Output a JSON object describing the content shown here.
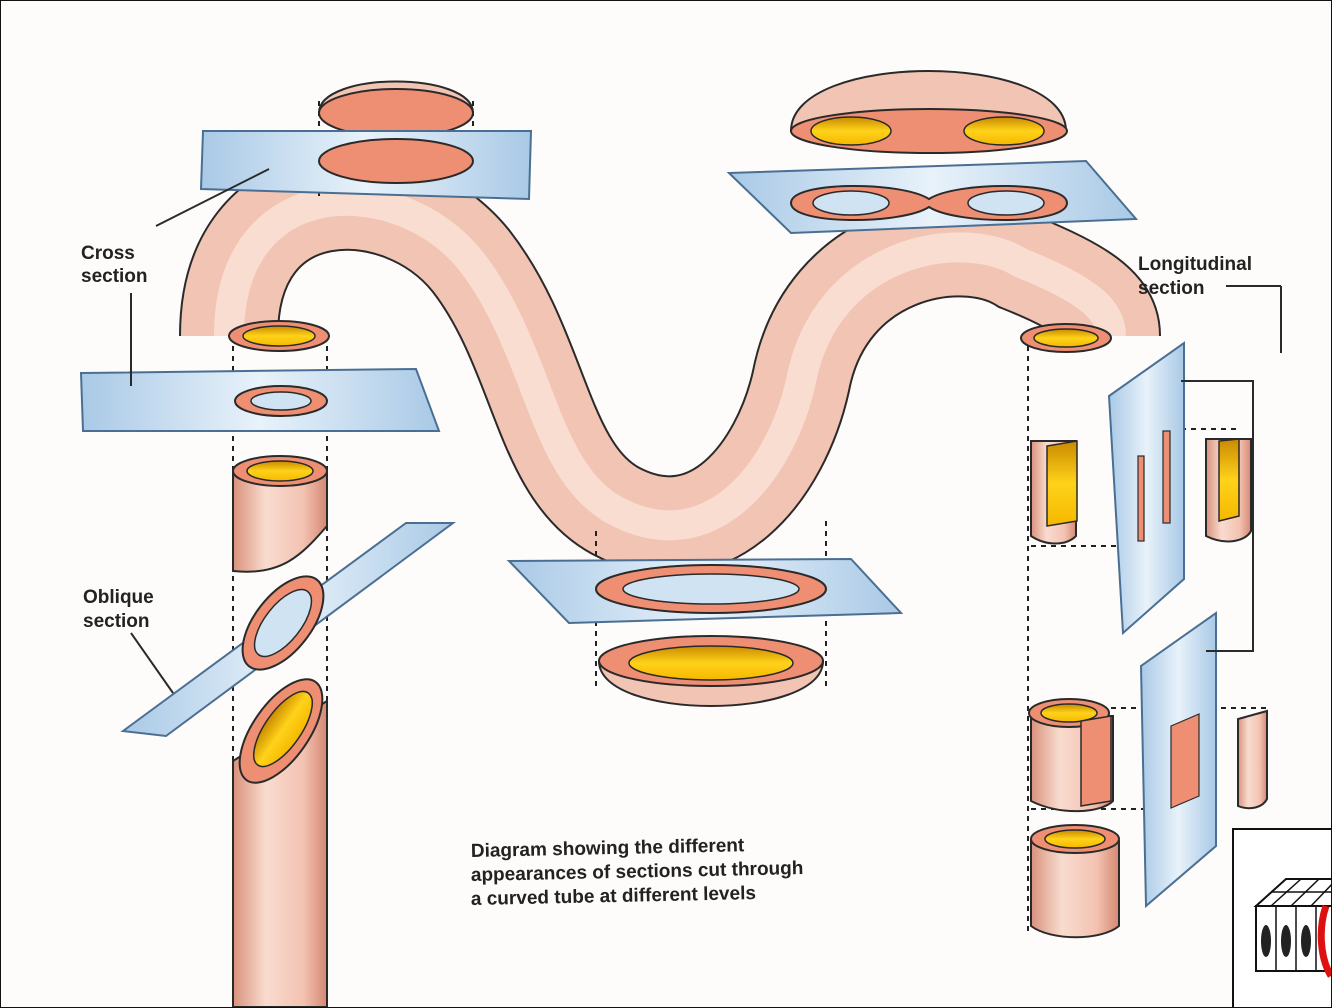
{
  "labels": {
    "cross_line1": "Cross",
    "cross_line2": "section",
    "oblique_line1": "Oblique",
    "oblique_line2": "section",
    "long_line1": "Longitudinal",
    "long_line2": "section",
    "caption_line1": "Diagram showing the different",
    "caption_line2": "appearances of sections cut through",
    "caption_line3": "a curved tube at different levels"
  },
  "colors": {
    "tube": "#f2c4b4",
    "tube_dark": "#d99a86",
    "wall": "#ee8e72",
    "lumen": "#f5c100",
    "plane": "#bcd7ec",
    "plane_edge": "#4a6f93",
    "outline": "#2a2a2a"
  }
}
